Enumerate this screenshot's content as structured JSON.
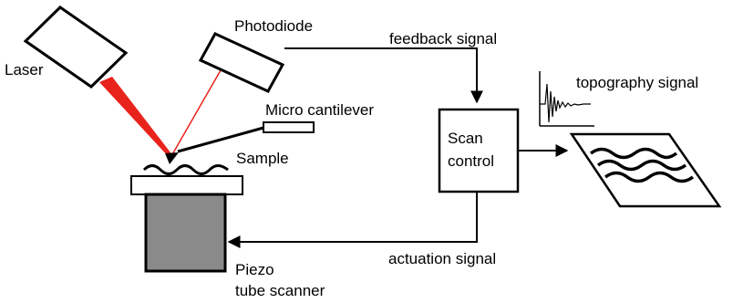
{
  "labels": {
    "laser": "Laser",
    "photodiode": "Photodiode",
    "feedback_signal": "feedback signal",
    "micro_cantilever": "Micro cantilever",
    "sample": "Sample",
    "scan_control_line1": "Scan",
    "scan_control_line2": "control",
    "topography_signal": "topography signal",
    "actuation_signal": "actuation signal",
    "piezo_line1": "Piezo",
    "piezo_line2": "tube scanner"
  },
  "colors": {
    "laser_beam": "#e8231c",
    "reflected_beam": "#e8231c",
    "piezo_fill": "#8a8a8a",
    "line": "#000000",
    "background": "#ffffff"
  }
}
